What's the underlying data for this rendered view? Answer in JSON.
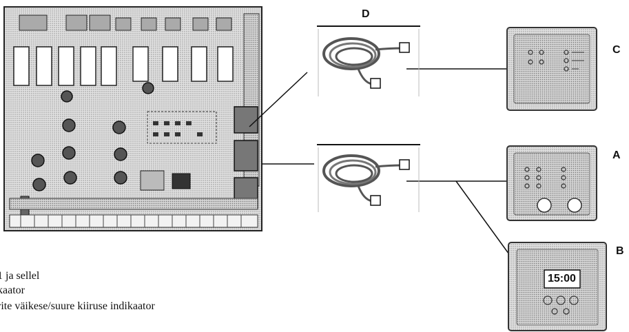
{
  "labels": {
    "cable": "D",
    "panel_top": "C",
    "panel_mid": "A",
    "panel_bottom": "B"
  },
  "clock_time": "15:00",
  "captions": [
    "1 ja sellel",
    "kaator",
    "rite väikese/suure kiiruse indikaator"
  ],
  "colors": {
    "board": "#d9d9d9",
    "panel": "#cfcfcf",
    "line": "#111111"
  }
}
